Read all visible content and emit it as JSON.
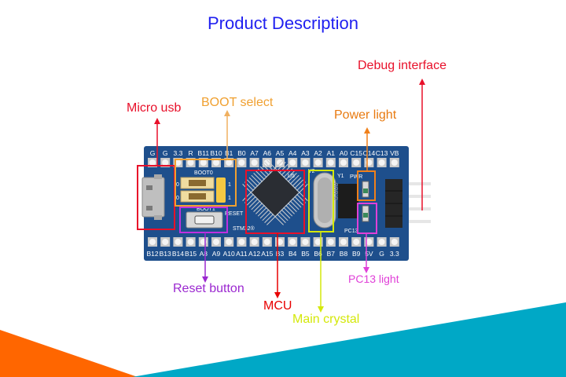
{
  "title": "Product Description",
  "board": {
    "top_pins": [
      "G",
      "G",
      "3.3",
      "R",
      "B11",
      "B10",
      "B1",
      "B0",
      "A7",
      "A6",
      "A5",
      "A4",
      "A3",
      "A2",
      "A1",
      "A0",
      "C15",
      "C14",
      "C13",
      "VB"
    ],
    "bottom_pins": [
      "B12",
      "B13",
      "B14",
      "B15",
      "A8",
      "A9",
      "A10",
      "A11",
      "A12",
      "A15",
      "B3",
      "B4",
      "B5",
      "B6",
      "B7",
      "B8",
      "B9",
      "5V",
      "G",
      "3.3"
    ],
    "silkscreen": {
      "boot0": "BOOT0",
      "boot1": "BOOT1",
      "reset": "RESET",
      "chip": "STM32®",
      "pwr": "PWR",
      "pc13": "PC13",
      "crystal": "8.000",
      "y1": "Y1",
      "y2": "Y2",
      "u": "U5",
      "jumper_0": "0",
      "jumper_1": "1"
    },
    "pcb_color": "#1e4f8c"
  },
  "callouts": {
    "micro_usb": {
      "label": "Micro usb",
      "color": "#e8102a"
    },
    "boot_select": {
      "label": "BOOT select",
      "color": "#f0a030"
    },
    "power_light": {
      "label": "Power light",
      "color": "#e87a10"
    },
    "debug_interface": {
      "label": "Debug interface",
      "color": "#e8102a"
    },
    "reset_button": {
      "label": "Reset button",
      "color": "#9b28d0"
    },
    "mcu": {
      "label": "MCU",
      "color": "#e80000"
    },
    "main_crystal": {
      "label": "Main crystal",
      "color": "#d4e80a"
    },
    "pc13_light": {
      "label": "PC13 light",
      "color": "#e040d8"
    }
  },
  "decor": {
    "orange": "#ff6600",
    "teal": "#00a8c6"
  }
}
